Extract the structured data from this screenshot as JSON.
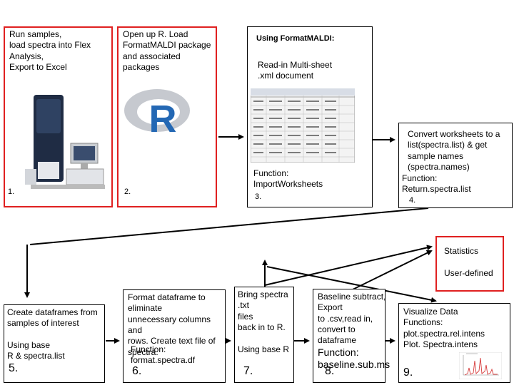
{
  "box1": {
    "text": "Run samples,\nload spectra into Flex\n   Analysis,\nExport to Excel",
    "step": "1."
  },
  "box2": {
    "text": "Open up R. Load\nFormatMALDI package\n and associated packages",
    "step": "2.",
    "logo_letter": "R"
  },
  "box3": {
    "title": "Using FormatMALDI:",
    "text": "Read-in Multi-sheet\n .xml document",
    "function": "Function:\nImportWorksheets",
    "step": "3."
  },
  "box4": {
    "text": "Convert worksheets to a\nlist(spectra.list) & get\nsample names\n(spectra.names)",
    "function": "Function:\nReturn.spectra.list",
    "step": "4."
  },
  "box5": {
    "text": "Create dataframes from\nsamples of interest\n\n  Using base\n  R & spectra.list",
    "step": "5."
  },
  "box6": {
    "text": "Format dataframe to\neliminate\nunnecessary columns and\nrows. Create text file of\nspectra.",
    "function": "Function:\nformat.spectra.df",
    "step": "6."
  },
  "box7": {
    "text": "Bring spectra .txt\nfiles\n back in to R.\n\n Using base R",
    "step": "7."
  },
  "box8": {
    "text": "Baseline subtract,\nExport\n to .csv,read in,\nconvert to\ndataframe",
    "function": "Function:\nbaseline.sub.ms",
    "step": "8."
  },
  "box9": {
    "text": "Visualize Data\nFunctions:\nplot.spectra.rel.intens\nPlot. Spectra.intens",
    "step": "9."
  },
  "box10": {
    "text": "Statistics\n\nUser-defined"
  },
  "colors": {
    "red_border": "#e02020",
    "black": "#000000"
  },
  "icons": [
    "mass-spectrometer-illustration",
    "r-logo",
    "spreadsheet-thumbnail",
    "spectrum-plot-thumbnail"
  ]
}
